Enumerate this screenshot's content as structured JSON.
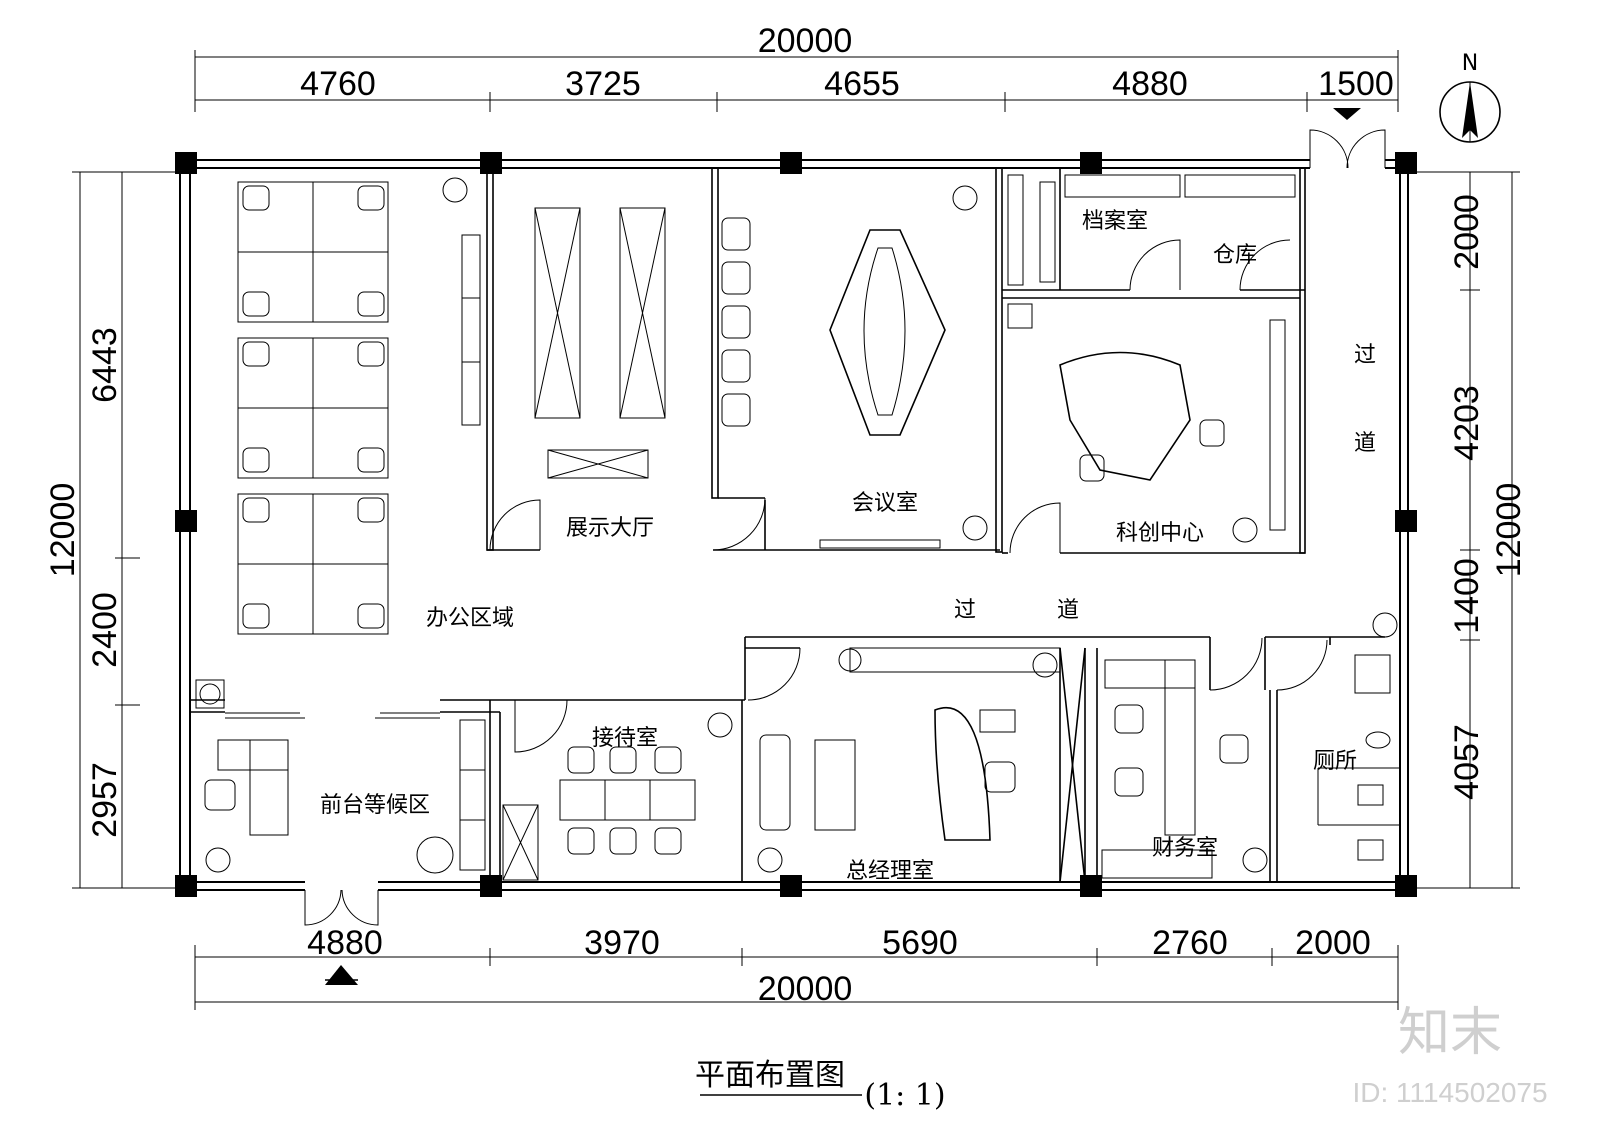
{
  "plan_title": "平面布置图",
  "scale": "(1: 1)",
  "north": "N",
  "dims": {
    "top_total": "20000",
    "top": [
      "4760",
      "3725",
      "4655",
      "4880",
      "1500"
    ],
    "bottom": [
      "4880",
      "3970",
      "5690",
      "2760",
      "2000"
    ],
    "bottom_total": "20000",
    "left_total": "12000",
    "left": [
      "6443",
      "2400",
      "2957"
    ],
    "right_total": "12000",
    "right": [
      "2000",
      "4203",
      "1400",
      "4057"
    ]
  },
  "rooms": {
    "office": "办公区域",
    "exhibition": "展示大厅",
    "meeting": "会议室",
    "archive": "档案室",
    "warehouse": "仓库",
    "innovation": "科创中心",
    "corridor_v1": "过",
    "corridor_v2": "道",
    "corridor_h1": "过",
    "corridor_h2": "道",
    "reception_wait": "前台等候区",
    "reception": "接待室",
    "gm_office": "总经理室",
    "finance": "财务室",
    "toilet": "厕所"
  },
  "watermark": {
    "logo": "知末",
    "id": "ID: 1114502075"
  }
}
